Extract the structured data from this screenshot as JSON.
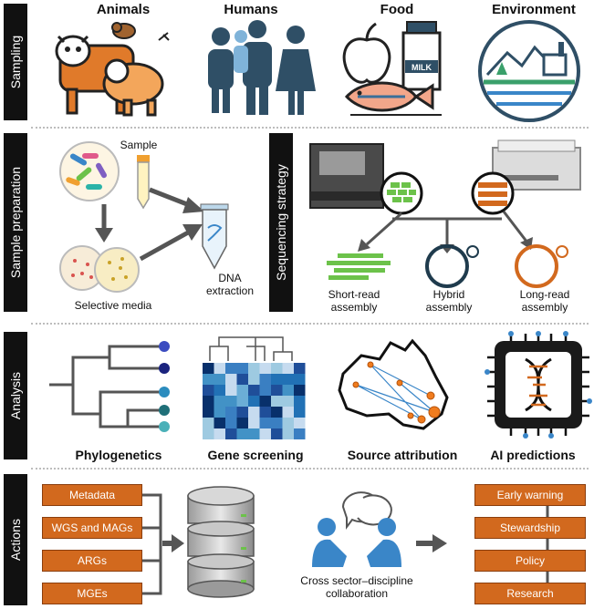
{
  "sections": {
    "sampling": "Sampling",
    "sample_preparation": "Sample preparation",
    "sequencing_strategy": "Sequencing strategy",
    "analysis": "Analysis",
    "actions": "Actions"
  },
  "sampling_sources": [
    "Animals",
    "Humans",
    "Food",
    "Environment"
  ],
  "food_milk_label": "MILK",
  "sample_prep": {
    "sample": "Sample",
    "selective_media": "Selective media",
    "dna_line1": "DNA",
    "dna_line2": "extraction"
  },
  "sequencing": {
    "short_l1": "Short-read",
    "short_l2": "assembly",
    "hybrid_l1": "Hybrid",
    "hybrid_l2": "assembly",
    "long_l1": "Long-read",
    "long_l2": "assembly"
  },
  "analysis_items": [
    "Phylogenetics",
    "Gene screening",
    "Source attribution",
    "AI predictions"
  ],
  "inputs": [
    "Metadata",
    "WGS and MAGs",
    "ARGs",
    "MGEs"
  ],
  "collab_l1": "Cross sector–discipline",
  "collab_l2": "collaboration",
  "outputs": [
    "Early warning",
    "Stewardship",
    "Policy",
    "Research"
  ],
  "colors": {
    "orange": "#d2691e",
    "blue": "#3a86c8",
    "dark": "#1f3b4d",
    "green": "#6cc24a"
  }
}
